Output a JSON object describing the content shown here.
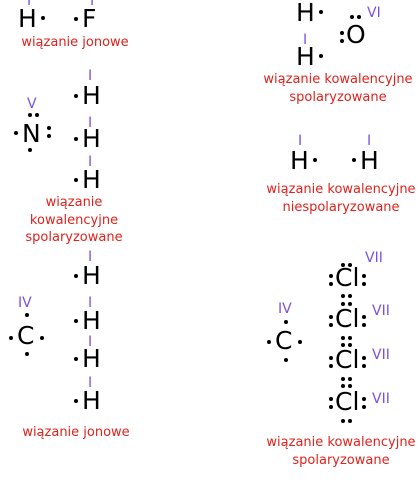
{
  "panel_1": {
    "atom_h": "H",
    "atom_f": "F",
    "valence_h": "I",
    "valence_f": "I",
    "caption": "wiązanie jonowe"
  },
  "panel_2": {
    "atom_h1": "H",
    "atom_h2": "H",
    "atom_o": "O",
    "valence_h2": "I",
    "valence_o": "VI",
    "caption_line1": "wiązanie kowalencyjne",
    "caption_line2": "spolaryzowane"
  },
  "panel_3": {
    "atom_n": "N",
    "valence_n": "V",
    "atoms_h": [
      "H",
      "H",
      "H"
    ],
    "valences_h": [
      "I",
      "I",
      "I"
    ],
    "caption_line1": "wiązanie kowalencyjne",
    "caption_line2": "spolaryzowane"
  },
  "panel_4": {
    "atom_h1": "H",
    "atom_h2": "H",
    "valence_h1": "I",
    "valence_h2": "I",
    "caption_line1": "wiązanie kowalencyjne",
    "caption_line2": "niespolaryzowane"
  },
  "panel_5": {
    "atom_c": "C",
    "valence_c": "IV",
    "atoms_h": [
      "H",
      "H",
      "H",
      "H"
    ],
    "valences_h": [
      "I",
      "I",
      "I",
      "I"
    ],
    "caption": "wiązanie jonowe"
  },
  "panel_6": {
    "atom_c": "C",
    "valence_c": "IV",
    "atoms_cl": [
      "Cl",
      "Cl",
      "Cl",
      "Cl"
    ],
    "valences_cl": [
      "VII",
      "VII",
      "VII",
      "VII"
    ],
    "caption_line1": "wiązanie kowalencyjne",
    "caption_line2": "spolaryzowane"
  }
}
